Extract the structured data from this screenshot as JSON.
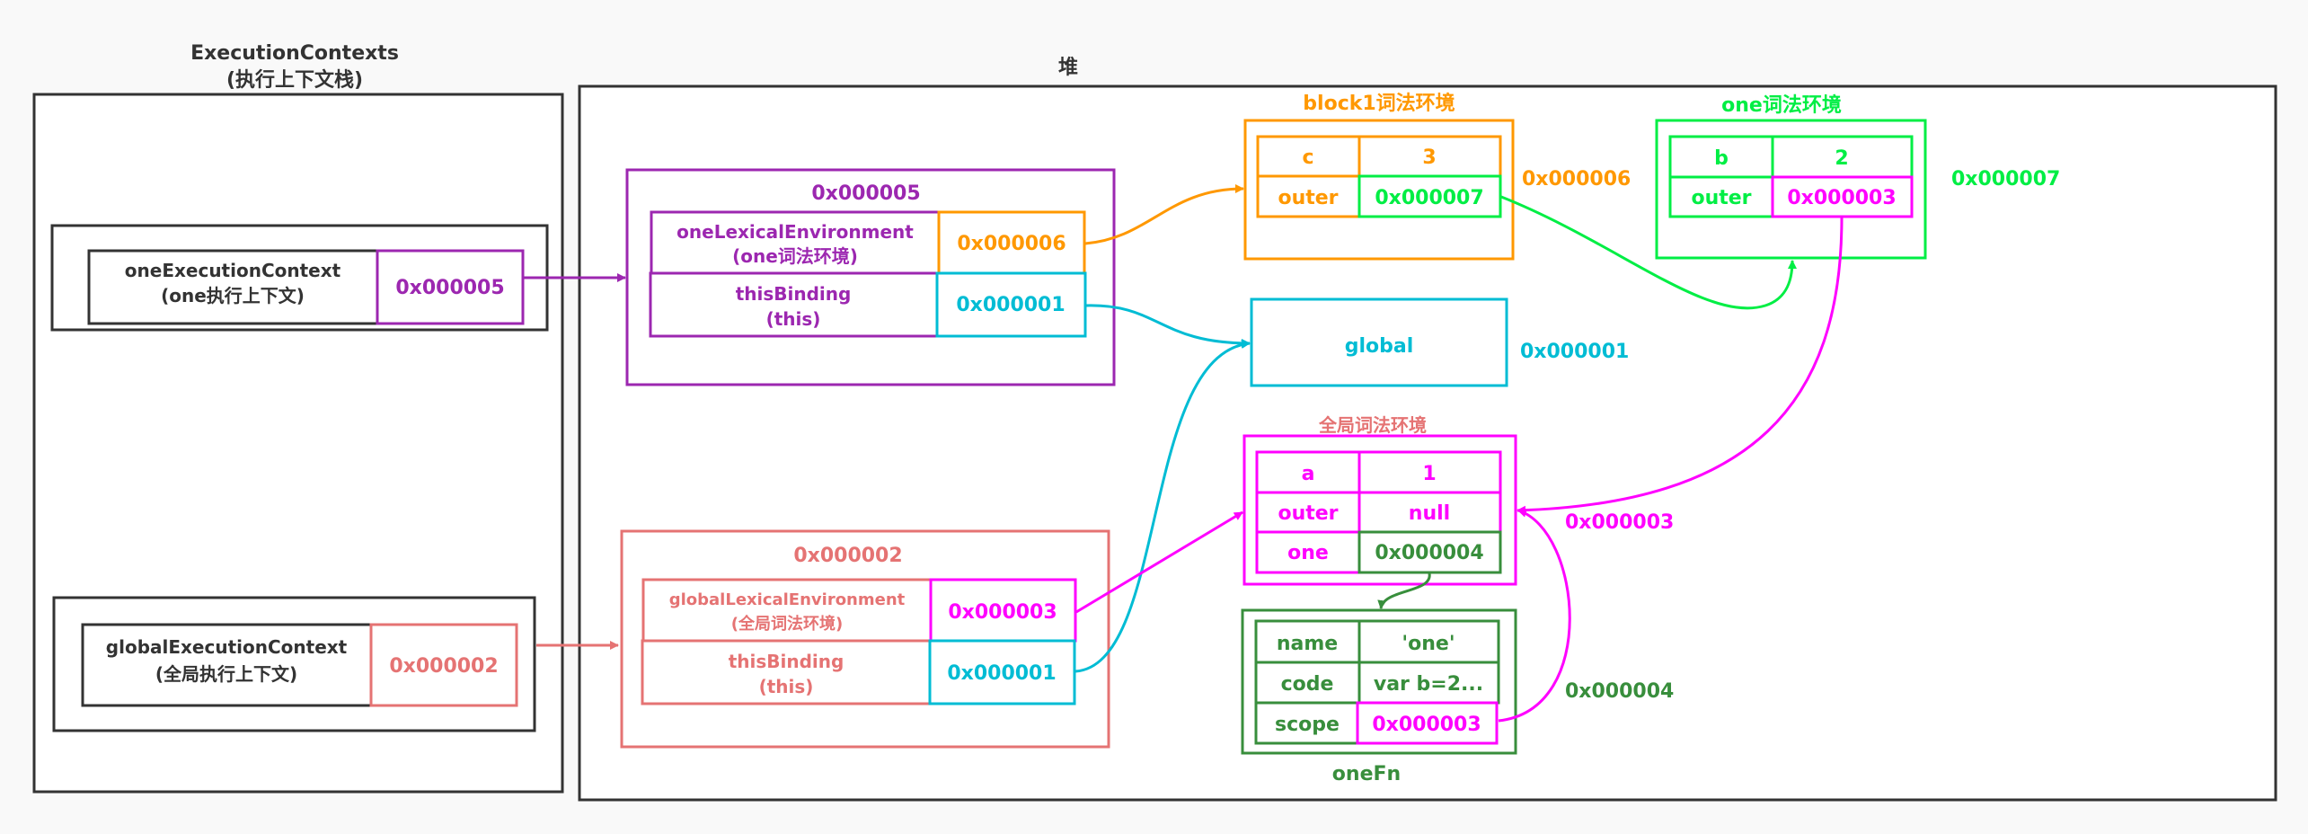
{
  "colors": {
    "frame": "#333333",
    "purple": "#9c27b0",
    "orange": "#ff9800",
    "cyan": "#00bcd4",
    "salmon": "#e57373",
    "magenta": "#ff00ff",
    "bright_green": "#00ee44",
    "dark_green": "#388e3c"
  },
  "stack": {
    "title": "ExecutionContexts",
    "subtitle": "(执行上下文栈)",
    "contexts": [
      {
        "name": "oneExecutionContext",
        "subname": "(one执行上下文)",
        "address": "0x000005"
      },
      {
        "name": "globalExecutionContext",
        "subname": "(全局执行上下文)",
        "address": "0x000002"
      }
    ]
  },
  "heap": {
    "title": "堆",
    "one_context_record": {
      "address": "0x000005",
      "rows": [
        {
          "key": "oneLexicalEnvironment",
          "key_sub": "(one词法环境)",
          "value": "0x000006"
        },
        {
          "key": "thisBinding",
          "key_sub": "(this)",
          "value": "0x000001"
        }
      ]
    },
    "global_context_record": {
      "address": "0x000002",
      "rows": [
        {
          "key": "globalLexicalEnvironment",
          "key_sub": "(全局词法环境)",
          "value": "0x000003"
        },
        {
          "key": "thisBinding",
          "key_sub": "(this)",
          "value": "0x000001"
        }
      ]
    },
    "block1_env": {
      "title": "block1词法环境",
      "address": "0x000006",
      "rows": [
        {
          "key": "c",
          "value": "3"
        },
        {
          "key": "outer",
          "value": "0x000007"
        }
      ]
    },
    "one_env": {
      "title": "one词法环境",
      "address": "0x000007",
      "rows": [
        {
          "key": "b",
          "value": "2"
        },
        {
          "key": "outer",
          "value": "0x000003"
        }
      ]
    },
    "global_object": {
      "label": "global",
      "address": "0x000001"
    },
    "global_env": {
      "title": "全局词法环境",
      "address": "0x000003",
      "rows": [
        {
          "key": "a",
          "value": "1"
        },
        {
          "key": "outer",
          "value": "null"
        },
        {
          "key": "one",
          "value": "0x000004"
        }
      ]
    },
    "one_fn": {
      "title": "oneFn",
      "address": "0x000004",
      "rows": [
        {
          "key": "name",
          "value": "'one'"
        },
        {
          "key": "code",
          "value": "var b=2..."
        },
        {
          "key": "scope",
          "value": "0x000003"
        }
      ]
    }
  }
}
